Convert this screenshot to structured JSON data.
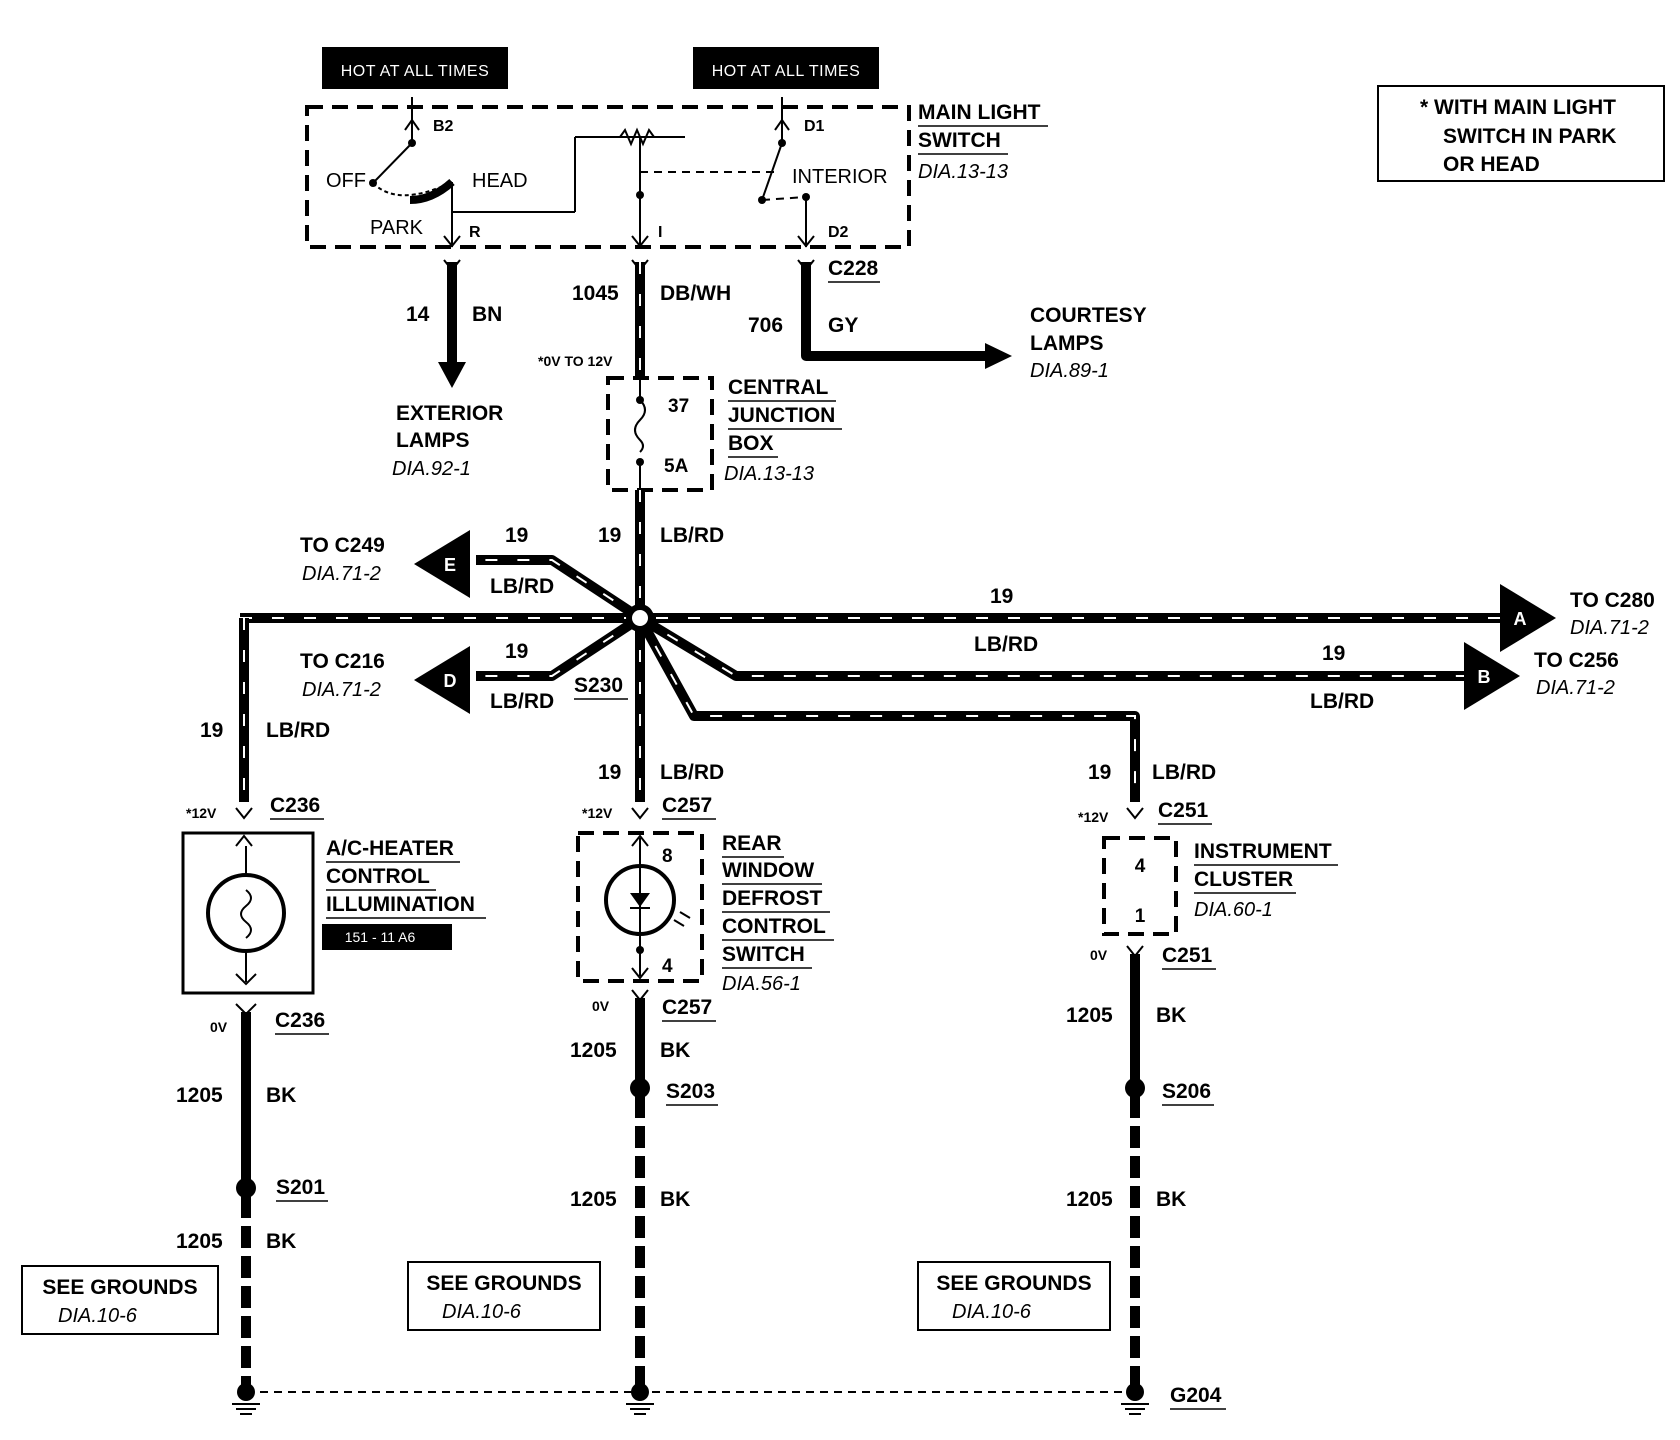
{
  "hot_labels": [
    "HOT AT ALL TIMES",
    "HOT AT ALL TIMES"
  ],
  "note": [
    "*  WITH MAIN LIGHT",
    "SWITCH IN PARK",
    "OR HEAD"
  ],
  "main_switch": {
    "name": [
      "MAIN LIGHT",
      "SWITCH"
    ],
    "ref": "DIA.13-13",
    "terminals": {
      "b2": "B2",
      "d1": "D1",
      "d2": "D2",
      "r": "R",
      "i": "I"
    },
    "positions": {
      "off": "OFF",
      "head": "HEAD",
      "park": "PARK",
      "interior": "INTERIOR"
    },
    "connector": "C228"
  },
  "wires": {
    "exterior": {
      "circuit": "14",
      "color": "BN"
    },
    "dimmer": {
      "circuit": "1045",
      "color": "DB/WH"
    },
    "courtesy": {
      "circuit": "706",
      "color": "GY"
    },
    "lbrd": {
      "circuit": "19",
      "color": "LB/RD"
    },
    "ground": {
      "circuit": "1205",
      "color": "BK"
    }
  },
  "exterior_lamps": {
    "name": [
      "EXTERIOR",
      "LAMPS"
    ],
    "ref": "DIA.92-1"
  },
  "courtesy_lamps": {
    "name": [
      "COURTESY",
      "LAMPS"
    ],
    "ref": "DIA.89-1"
  },
  "voltage_range": "*0V TO 12V",
  "junction_box": {
    "name": [
      "CENTRAL",
      "JUNCTION",
      "BOX"
    ],
    "ref": "DIA.13-13",
    "fuse_number": "37",
    "fuse_rating": "5A"
  },
  "splice": "S230",
  "offpage": {
    "e": {
      "letter": "E",
      "to": "TO C249",
      "ref": "DIA.71-2"
    },
    "d": {
      "letter": "D",
      "to": "TO C216",
      "ref": "DIA.71-2"
    },
    "a": {
      "letter": "A",
      "to": "TO C280",
      "ref": "DIA.71-2"
    },
    "b": {
      "letter": "B",
      "to": "TO C256",
      "ref": "DIA.71-2"
    }
  },
  "ac_heater": {
    "volt_top": "*12V",
    "connector": "C236",
    "name": [
      "A/C-HEATER",
      "CONTROL",
      "ILLUMINATION"
    ],
    "badge": "151 - 11 A6",
    "volt_bottom": "0V",
    "splice": "S201"
  },
  "rear_defrost": {
    "volt_top": "*12V",
    "connector": "C257",
    "name": [
      "REAR",
      "WINDOW",
      "DEFROST",
      "CONTROL",
      "SWITCH"
    ],
    "ref": "DIA.56-1",
    "pin_top": "8",
    "pin_bottom": "4",
    "volt_bottom": "0V",
    "splice": "S203"
  },
  "instrument": {
    "volt_top": "*12V",
    "connector": "C251",
    "name": [
      "INSTRUMENT",
      "CLUSTER"
    ],
    "ref": "DIA.60-1",
    "pin_top": "4",
    "pin_bottom": "1",
    "volt_bottom": "0V",
    "splice": "S206"
  },
  "see_grounds": {
    "label": "SEE GROUNDS",
    "ref": "DIA.10-6"
  },
  "ground_point": "G204"
}
